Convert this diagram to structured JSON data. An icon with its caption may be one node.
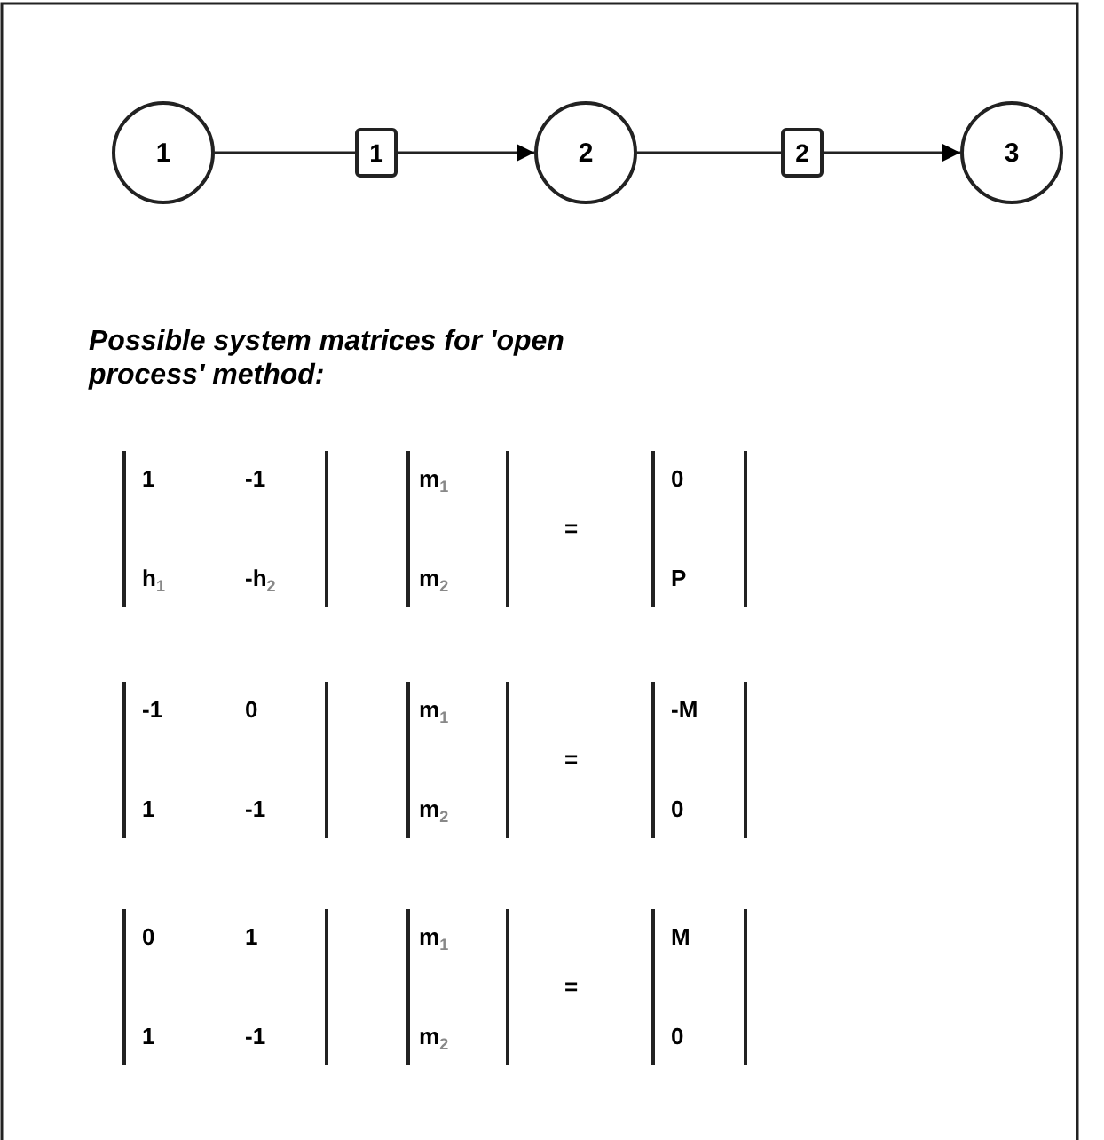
{
  "diagram": {
    "nodes": [
      {
        "text": [
          "1"
        ]
      },
      {
        "text": [
          "1"
        ]
      },
      {
        "text": [
          "2"
        ]
      },
      {
        "text": [
          "2"
        ]
      },
      {
        "text": [
          "3"
        ]
      }
    ],
    "edges": [
      {
        "from": 0,
        "to": 1,
        "arrow": "none"
      },
      {
        "from": 1,
        "to": 2,
        "arrow": "to"
      },
      {
        "from": 2,
        "to": 3,
        "arrow": "none"
      },
      {
        "from": 3,
        "to": 4,
        "arrow": "to"
      }
    ],
    "labels": [
      "Possible system matrices for 'open process' method:",
      "1",
      "-1",
      "m$_{1}$",
      "=",
      "0",
      "h$_{1}$",
      "-h$_{2}$",
      "m$_{2}$",
      "P",
      "-1",
      "0",
      "m$_{1}$",
      "=",
      "-M",
      "1",
      "-1",
      "m$_{2}$",
      "0",
      "0",
      "1",
      "m$_{1}$",
      "=",
      "M",
      "1",
      "-1",
      "m$_{2}$",
      "0"
    ]
  }
}
